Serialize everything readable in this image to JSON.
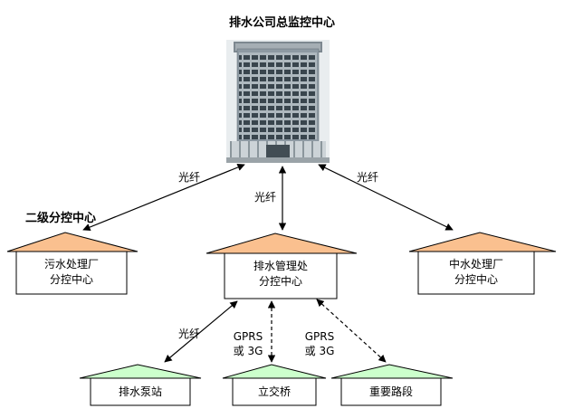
{
  "title": "排水公司总监控中心",
  "level2_label": "二级分控中心",
  "colors": {
    "level2_roof": "#FAC08F",
    "level3_roof": "#CCFFCC",
    "node_fill": "#FFFFFF",
    "line": "#000000"
  },
  "nodes": {
    "sewage_plant": {
      "line1": "污水处理厂",
      "line2": "分控中心"
    },
    "drainage_mgmt": {
      "line1": "排水管理处",
      "line2": "分控中心"
    },
    "reclaimed_plant": {
      "line1": "中水处理厂",
      "line2": "分控中心"
    },
    "pump_station": {
      "label": "排水泵站"
    },
    "overpass": {
      "label": "立交桥"
    },
    "key_road": {
      "label": "重要路段"
    }
  },
  "links": {
    "fiber_left": {
      "label": "光纤"
    },
    "fiber_center": {
      "label": "光纤"
    },
    "fiber_right": {
      "label": "光纤"
    },
    "fiber_pump": {
      "label": "光纤"
    },
    "gprs_overpass": {
      "line1": "GPRS",
      "line2": "或 3G"
    },
    "gprs_road": {
      "line1": "GPRS",
      "line2": "或 3G"
    }
  }
}
